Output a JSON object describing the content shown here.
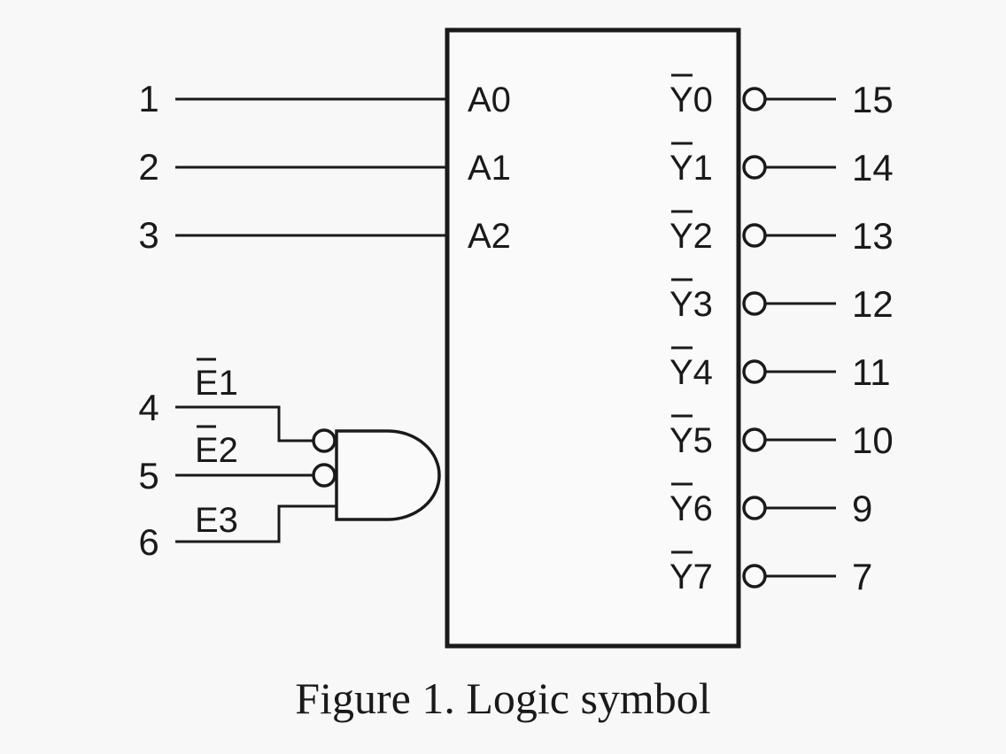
{
  "caption": "Figure 1. Logic symbol",
  "address_inputs": [
    {
      "pin": "1",
      "label": "A0"
    },
    {
      "pin": "2",
      "label": "A1"
    },
    {
      "pin": "3",
      "label": "A2"
    }
  ],
  "enable_inputs": [
    {
      "pin": "4",
      "label": "E1",
      "active_low": true
    },
    {
      "pin": "5",
      "label": "E2",
      "active_low": true
    },
    {
      "pin": "6",
      "label": "E3",
      "active_low": false
    }
  ],
  "outputs": [
    {
      "pin": "15",
      "label": "Y0",
      "active_low": true
    },
    {
      "pin": "14",
      "label": "Y1",
      "active_low": true
    },
    {
      "pin": "13",
      "label": "Y2",
      "active_low": true
    },
    {
      "pin": "12",
      "label": "Y3",
      "active_low": true
    },
    {
      "pin": "11",
      "label": "Y4",
      "active_low": true
    },
    {
      "pin": "10",
      "label": "Y5",
      "active_low": true
    },
    {
      "pin": "9",
      "label": "Y6",
      "active_low": true
    },
    {
      "pin": "7",
      "label": "Y7",
      "active_low": true
    }
  ]
}
